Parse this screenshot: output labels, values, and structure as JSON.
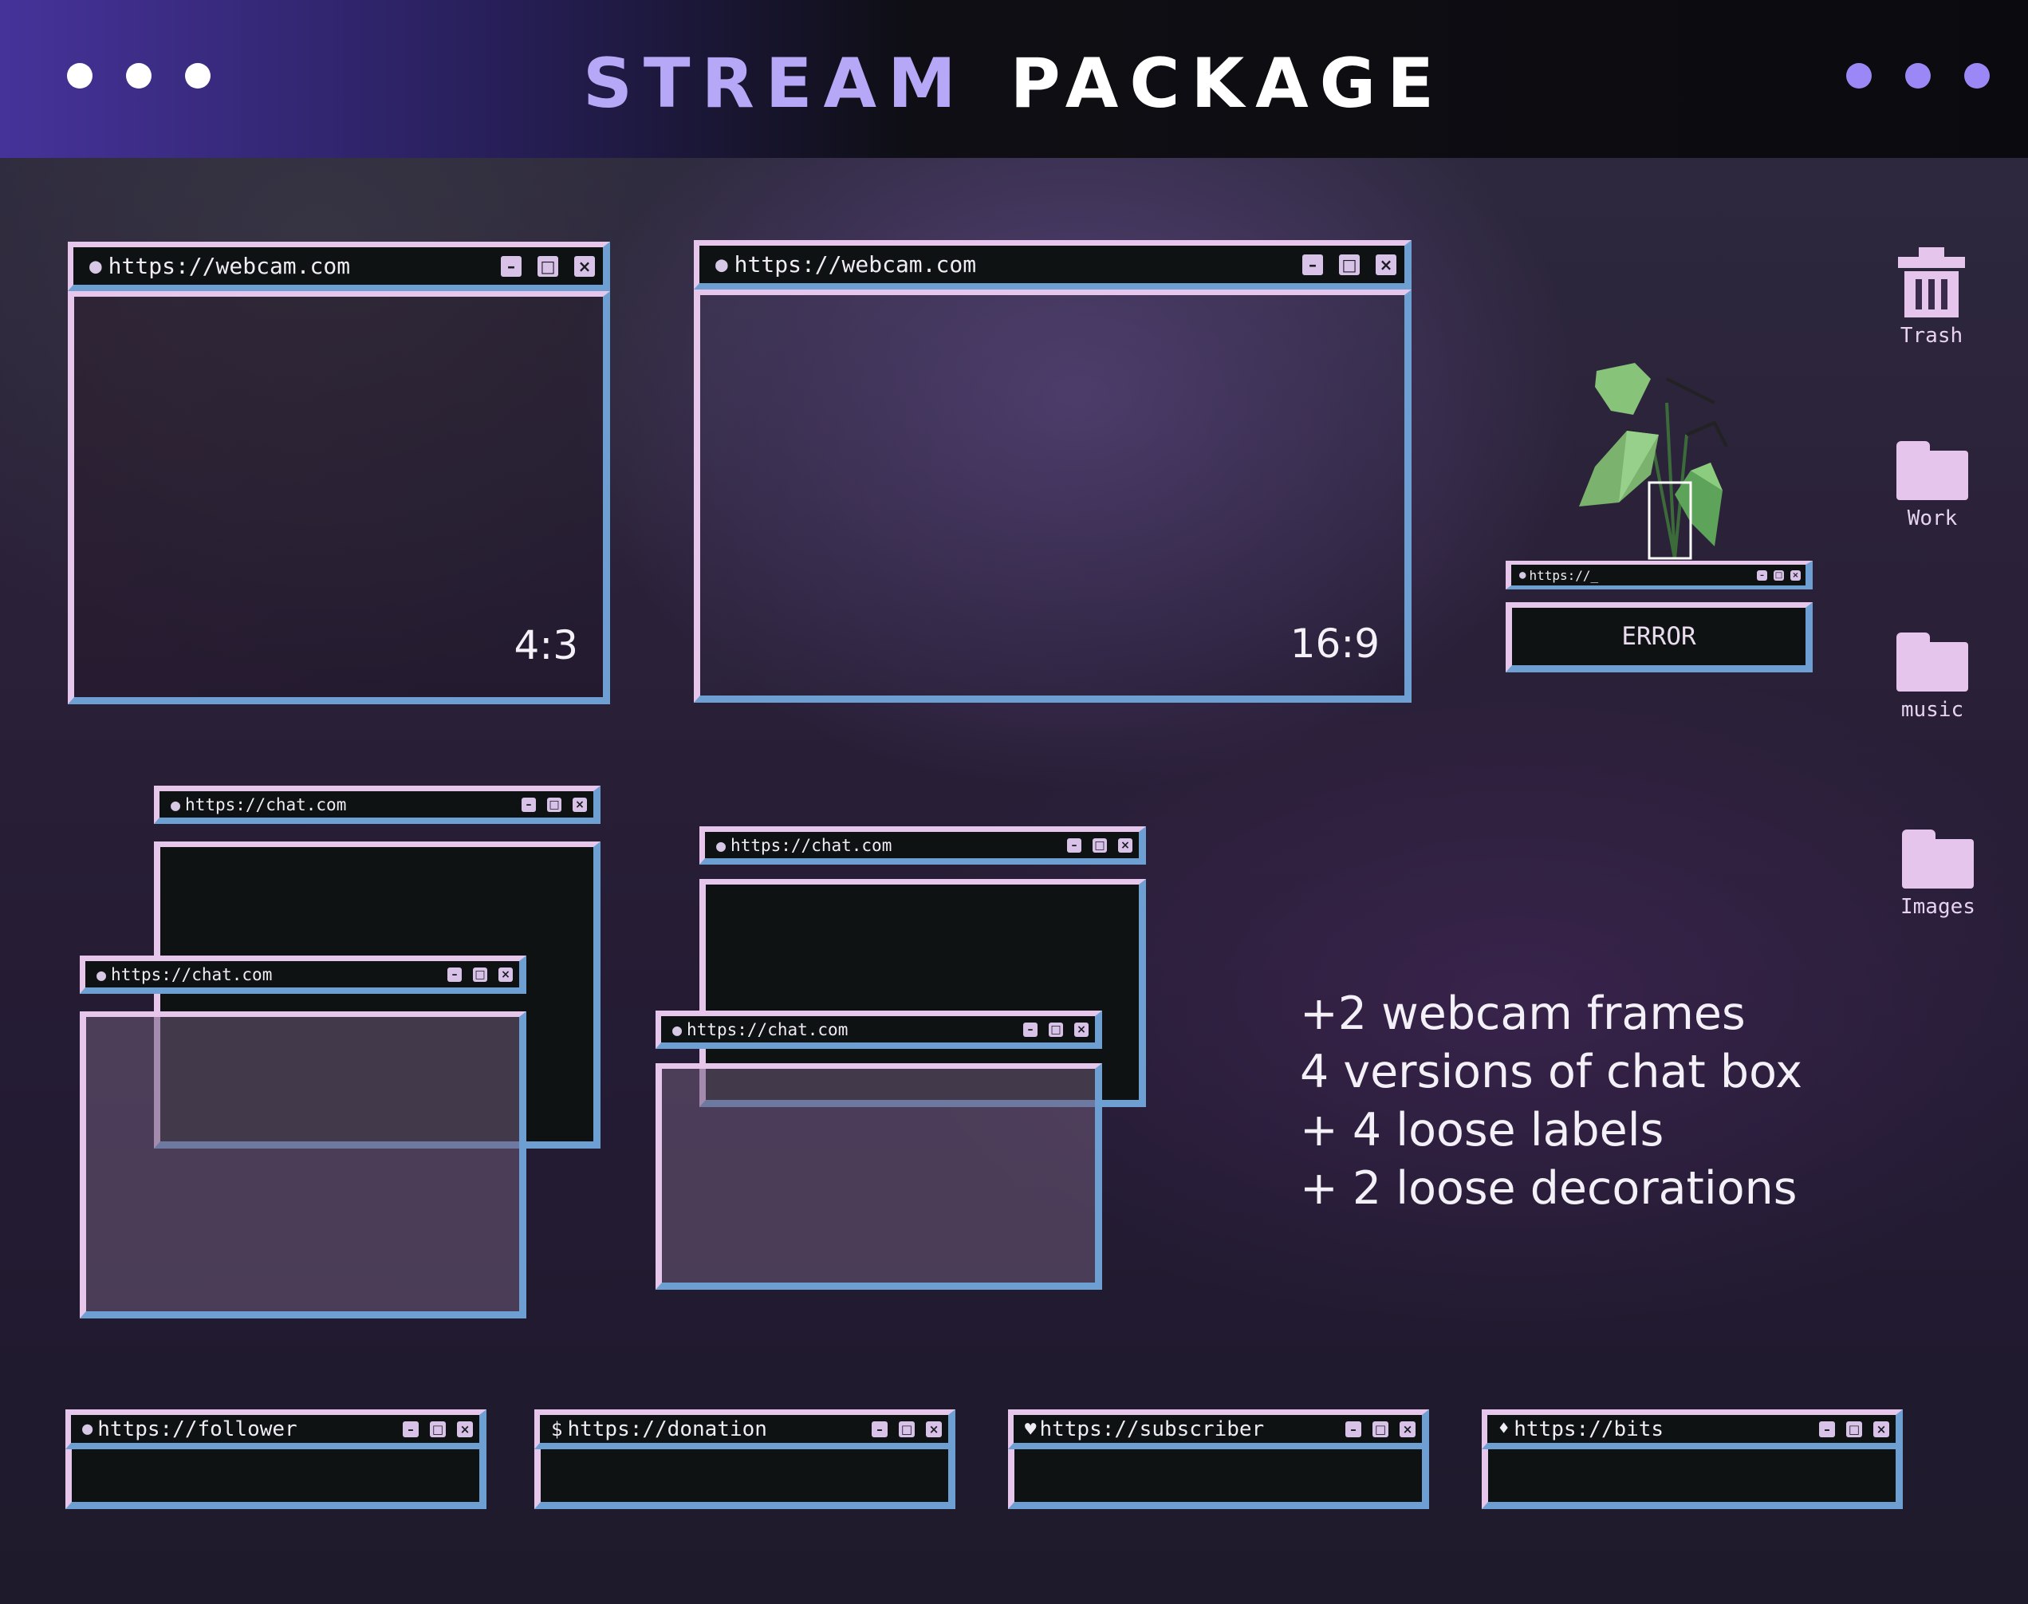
{
  "header": {
    "title_part1": "STREAM",
    "title_part2": "PACKAGE",
    "title_part1_color": "#b6a8f6",
    "title_part2_color": "#ffffff",
    "left_dots_color": "#ffffff",
    "right_dots_color": "#9b87f5"
  },
  "webcam_frames": [
    {
      "url": "https://webcam.com",
      "ratio": "4:3"
    },
    {
      "url": "https://webcam.com",
      "ratio": "16:9"
    }
  ],
  "chat_windows": [
    {
      "url": "https://chat.com"
    },
    {
      "url": "https://chat.com"
    },
    {
      "url": "https://chat.com"
    },
    {
      "url": "https://chat.com"
    }
  ],
  "error_window": {
    "url": "https://_",
    "message": "ERROR"
  },
  "desktop_icons": [
    {
      "label": "Trash",
      "icon": "trash-icon"
    },
    {
      "label": "Work",
      "icon": "folder-icon"
    },
    {
      "label": "music",
      "icon": "folder-icon"
    },
    {
      "label": "Images",
      "icon": "folder-icon"
    }
  ],
  "labels": [
    {
      "url": "https://follower",
      "icon": "globe-icon"
    },
    {
      "url": "https://donation",
      "icon": "dollar-icon"
    },
    {
      "url": "https://subscriber",
      "icon": "heart-icon"
    },
    {
      "url": "https://bits",
      "icon": "diamond-icon"
    }
  ],
  "window_buttons": {
    "minimize": "–",
    "maximize": "□",
    "close": "×"
  },
  "features": [
    "+2 webcam frames",
    "4 versions of chat box",
    "+ 4 loose labels",
    "+ 2 loose decorations"
  ],
  "colors": {
    "frame_pink": "#e6c6ea",
    "frame_blue": "#6e9fd2",
    "titlebar_dark": "#0f1213",
    "plant_green": "#7fbf6f"
  }
}
